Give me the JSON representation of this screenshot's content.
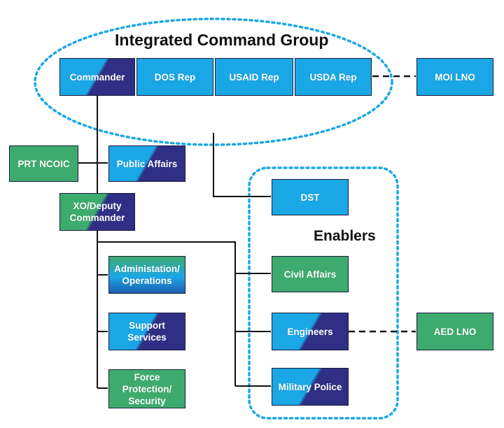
{
  "groups": {
    "integrated_command_group": "Integrated Command Group",
    "enablers": "Enablers"
  },
  "nodes": {
    "commander": "Commander",
    "dos_rep": "DOS Rep",
    "usaid_rep": "USAID Rep",
    "usda_rep": "USDA Rep",
    "moi_lno": "MOI LNO",
    "prt_ncoic": "PRT NCOIC",
    "public_affairs": "Public Affairs",
    "xo_deputy_commander": "XO/Deputy\nCommander",
    "administration_operations": "Administation/\nOperations",
    "support_services": "Support\nServices",
    "force_protection_security": "Force\nProtection/\nSecurity",
    "dst": "DST",
    "civil_affairs": "Civil Affairs",
    "engineers": "Engineers",
    "military_police": "Military Police",
    "aed_lno": "AED LNO"
  },
  "colors": {
    "light_blue": "#1aa7e6",
    "green": "#3dab6d",
    "dark_blue": "#2e2f85",
    "dotted_outline": "#1aa7e6",
    "connector": "#111111"
  }
}
